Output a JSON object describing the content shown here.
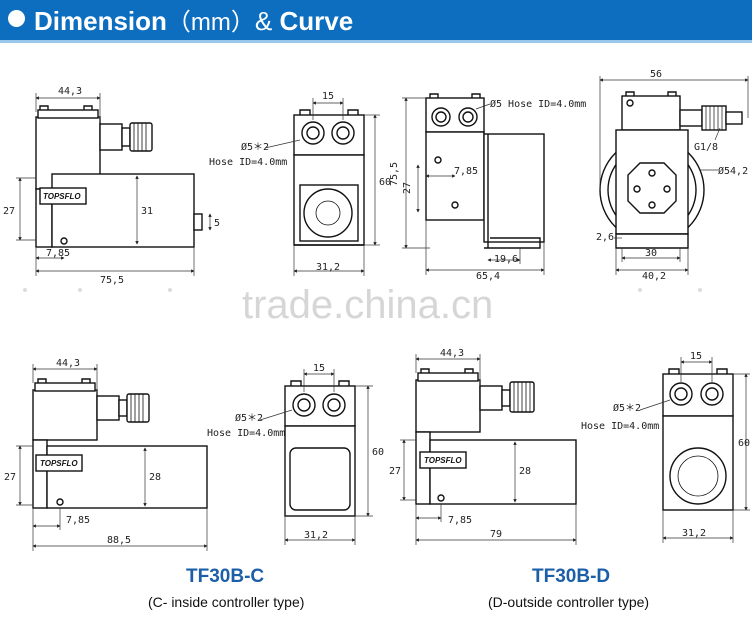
{
  "header": {
    "title_bold": "Dimension",
    "title_light": "（mm）",
    "title_amp": "& ",
    "title_bold2": "Curve",
    "accent_color": "#0d6ec0"
  },
  "watermark": "trade.china.cn",
  "brand_label": "TOPSFLO",
  "top_row": {
    "side_view": {
      "width_top": "44,3",
      "height_left": "27",
      "body_height": "31",
      "port": "5",
      "bottom_offset": "7,85",
      "total_length": "75,5"
    },
    "front_view": {
      "spacing": "15",
      "hose_label1": "Ø5＊2",
      "hose_label2": "Hose ID=4.0mm",
      "height": "60",
      "width": "31,2"
    },
    "bracket_view": {
      "hose_label": "Ø5 Hose ID=4.0mm",
      "total_height": "75,5",
      "mid_height": "27",
      "offset": "7,85",
      "depth": "19,6",
      "length": "65,4"
    },
    "end_view": {
      "width_top": "56",
      "thread": "G1/8",
      "diameter": "Ø54,2",
      "offset": "2,6",
      "inner_width": "30",
      "total_width": "40,2"
    }
  },
  "bottom_left": {
    "side_view": {
      "width_top": "44,3",
      "height_left": "27",
      "body_height": "28",
      "bottom_offset": "7,85",
      "total_length": "88,5"
    },
    "front_view": {
      "spacing": "15",
      "hose_label1": "Ø5＊2",
      "hose_label2": "Hose ID=4.0mm",
      "height": "60",
      "width": "31,2"
    },
    "caption_model": "TF30B-C",
    "caption_desc": "(C- inside controller type)"
  },
  "bottom_right": {
    "side_view": {
      "width_top": "44,3",
      "height_left": "27",
      "body_height": "28",
      "bottom_offset": "7,85",
      "total_length": "79"
    },
    "front_view": {
      "spacing": "15",
      "hose_label1": "Ø5＊2",
      "hose_label2": "Hose ID=4.0mm",
      "height": "60",
      "width": "31,2"
    },
    "caption_model": "TF30B-D",
    "caption_desc": "(D-outside controller type)"
  }
}
